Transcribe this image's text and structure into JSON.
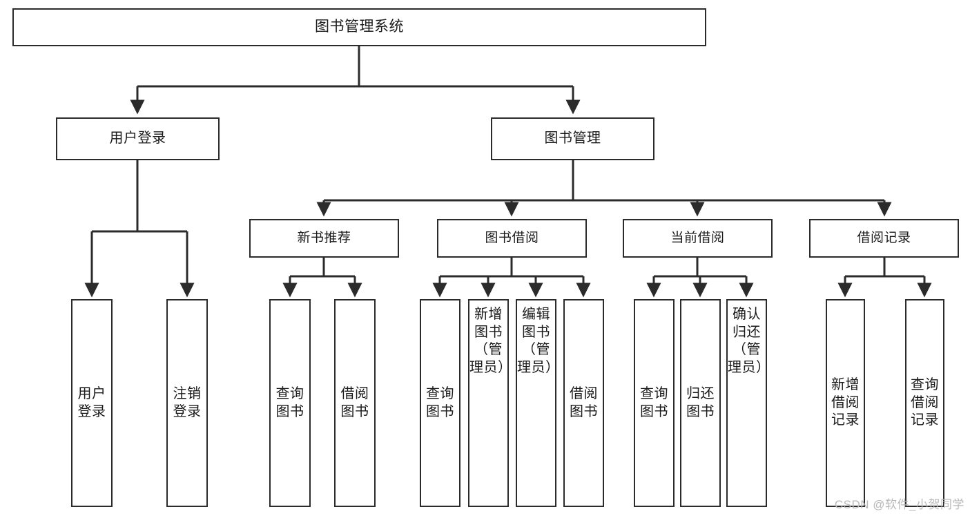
{
  "diagram": {
    "type": "tree-hierarchy",
    "title": "图书管理系统",
    "watermark": "CSDN @软件_小贺同学",
    "root": {
      "id": "root",
      "label": "图书管理系统"
    },
    "level1": [
      {
        "id": "user-login",
        "label": "用户登录"
      },
      {
        "id": "book-manage",
        "label": "图书管理"
      }
    ],
    "level2": [
      {
        "id": "new-book-recommend",
        "label": "新书推荐",
        "parent": "book-manage"
      },
      {
        "id": "book-borrow",
        "label": "图书借阅",
        "parent": "book-manage"
      },
      {
        "id": "current-borrow",
        "label": "当前借阅",
        "parent": "book-manage"
      },
      {
        "id": "borrow-record",
        "label": "借阅记录",
        "parent": "book-manage"
      }
    ],
    "leaves": [
      {
        "id": "leaf-user-login",
        "label": "用户登录",
        "parent": "user-login"
      },
      {
        "id": "leaf-logout-login",
        "label": "注销登录",
        "parent": "user-login"
      },
      {
        "id": "leaf-query-book-1",
        "label": "查询图书",
        "parent": "new-book-recommend"
      },
      {
        "id": "leaf-borrow-book-1",
        "label": "借阅图书",
        "parent": "new-book-recommend"
      },
      {
        "id": "leaf-query-book-2",
        "label": "查询图书",
        "parent": "book-borrow"
      },
      {
        "id": "leaf-add-book",
        "label": "新增图书（管理员）",
        "parent": "book-borrow"
      },
      {
        "id": "leaf-edit-book",
        "label": "编辑图书（管理员）",
        "parent": "book-borrow"
      },
      {
        "id": "leaf-borrow-book-2",
        "label": "借阅图书",
        "parent": "book-borrow"
      },
      {
        "id": "leaf-query-book-3",
        "label": "查询图书",
        "parent": "current-borrow"
      },
      {
        "id": "leaf-return-book",
        "label": "归还图书",
        "parent": "current-borrow"
      },
      {
        "id": "leaf-confirm-return",
        "label": "确认归还（管理员）",
        "parent": "current-borrow"
      },
      {
        "id": "leaf-add-record",
        "label": "新增借阅记录",
        "parent": "borrow-record"
      },
      {
        "id": "leaf-query-record",
        "label": "查询借阅记录",
        "parent": "borrow-record"
      }
    ],
    "colors": {
      "stroke": "#2b2b2b",
      "fill": "#ffffff",
      "text": "#1a1a1a",
      "watermark": "#b9b9b9"
    }
  }
}
